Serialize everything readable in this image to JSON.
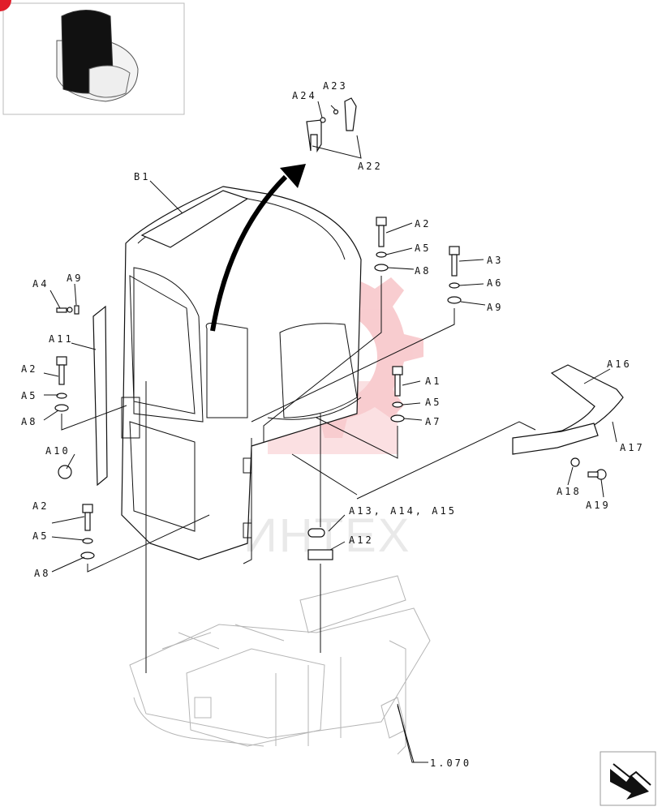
{
  "watermark": {
    "text": "ИНТЕХ",
    "color": "#e11d2a"
  },
  "thumbnail": {
    "badge_icon": "red-corner-badge",
    "icon": "cab-thumbnail-icon"
  },
  "nav": {
    "icon": "next-page-arrow-icon"
  },
  "reference": {
    "label": "1.070"
  },
  "labels": {
    "b1": "B1",
    "a1": "A1",
    "a2_top": "A2",
    "a2_left": "A2",
    "a2_low": "A2",
    "a3": "A3",
    "a4": "A4",
    "a5_top": "A5",
    "a5_left": "A5",
    "a5_mid": "A5",
    "a5_low": "A5",
    "a6": "A6",
    "a7": "A7",
    "a8_top": "A8",
    "a8_left": "A8",
    "a8_low": "A8",
    "a9_left": "A9",
    "a9_right": "A9",
    "a10": "A10",
    "a11": "A11",
    "a12": "A12",
    "a13_15": "A13, A14, A15",
    "a16": "A16",
    "a17": "A17",
    "a18": "A18",
    "a19": "A19",
    "a22": "A22",
    "a23": "A23",
    "a24": "A24"
  }
}
